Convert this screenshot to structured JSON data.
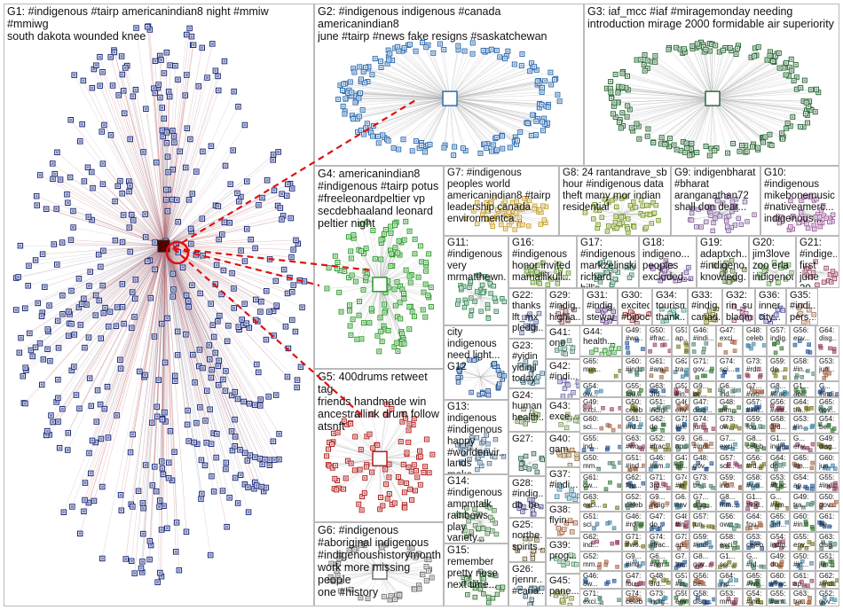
{
  "groups": [
    {
      "id": "G1",
      "text": "G1: #indigenous #tairp americanindian8 night #mmiw #mmiwg\nsouth dakota wounded knee",
      "color": "#1a2a7a",
      "shape": "ellipse"
    },
    {
      "id": "G2",
      "text": "G2: #indigenous indigenous #canada americanindian8\njune #tairp #news fake resigns #saskatchewan",
      "color": "#2f6db0",
      "shape": "ring"
    },
    {
      "id": "G3",
      "text": "G3: iaf_mcc #iaf #miragemonday needing\nintroduction mirage 2000 formidable air superiority",
      "color": "#2e6b3a",
      "shape": "ring"
    },
    {
      "id": "G4",
      "text": "G4: americanindian8\n#indigenous #tairp potus\n#freeleonardpeltier vp\nsecdebhaaland leonard\npeltier night",
      "color": "#2a9a2a",
      "shape": "blob"
    },
    {
      "id": "G5",
      "text": "G5: 400drums retweet tag\nfriends handmade win\nancestrallink drum follow\natsnft",
      "color": "#b02020",
      "shape": "blob"
    },
    {
      "id": "G6",
      "text": "G6: #indigenous\n#aboriginal indigenous\n#indigenoushistorymonth\nwork more missing people\none #history",
      "color": "#777777",
      "shape": "ring"
    },
    {
      "id": "G7",
      "text": "G7: #indigenous\npeoples world\namericanindian8 #tairp\nleadership canada\nenvironmentca...",
      "color": "#c9a030",
      "shape": "blob"
    },
    {
      "id": "G8",
      "text": "G8: 24 rantandrave_sb\nhour #indigenous data\ntheft many mor indian\nresidential",
      "color": "#7a9a2a",
      "shape": "blob"
    },
    {
      "id": "G9",
      "text": "G9: indigenbharat\n#bharat\naranganathan72\nshall don dear...",
      "color": "#8a6aa0",
      "shape": "blob"
    },
    {
      "id": "G10",
      "text": "G10:\n#indigenous\nmikebonemusic\n#nativeamerc...\nindigenous...",
      "color": "#a060a0",
      "shape": "blob"
    },
    {
      "id": "G11",
      "text": "G11:\n#indigenous\nvery\nmrmatthewn...",
      "color": "#3a8a5a",
      "shape": "blob"
    },
    {
      "id": "G12",
      "text": "city\nindigenous\nneed light...\nG12",
      "color": "#2a5a9a",
      "shape": "ring"
    },
    {
      "id": "G13",
      "text": "G13:\nindigenous\n#indigenous\nhappy\n#worldenvir...\nlands make...",
      "color": "#5a7a9a",
      "shape": "blob"
    },
    {
      "id": "G14",
      "text": "G14:\n#indigenous\nampmtalk\nrainbows\nplay variety...",
      "color": "#5a8a5a",
      "shape": "blob"
    },
    {
      "id": "G15",
      "text": "G15:\nremember\npretty nose\nnext time...",
      "color": "#3a7a3a",
      "shape": "blob"
    },
    {
      "id": "G16",
      "text": "G16:\n#indigenous\nhonor invited\nmamallikull...",
      "color": "#6a9a3a",
      "shape": "blob"
    },
    {
      "id": "G17",
      "text": "G17:\n#indigenous\nmarkzelinski\nrichard hill's...",
      "color": "#4a8a6a",
      "shape": "blob"
    },
    {
      "id": "G18",
      "text": "G18:\nindigeno...\npeoples\nexcluded...",
      "color": "#7a5a9a",
      "shape": "blob"
    },
    {
      "id": "G19",
      "text": "G19:\nadaptxch...\n#indigeno...\nknowledg...",
      "color": "#5a7a3a",
      "shape": "blob"
    },
    {
      "id": "G20",
      "text": "G20:\njim3love\nzoo erla\nindigenous...",
      "color": "#6aa05a",
      "shape": "blob"
    },
    {
      "id": "G21",
      "text": "G21:\n#indige...\nfirst june\n20...",
      "color": "#9a4a6a",
      "shape": "blob"
    },
    {
      "id": "G22",
      "text": "G22:\nthanks\nlft_mx\npledgi...",
      "color": "#5a6a9a",
      "shape": "blob"
    },
    {
      "id": "G23",
      "text": "G23:\n#yidin\nyidinji\ntoday",
      "color": "#4a7a8a",
      "shape": "blob"
    },
    {
      "id": "G24",
      "text": "G24:\nhuman\nhealth...",
      "color": "#6a8a4a",
      "shape": "blob"
    },
    {
      "id": "G27",
      "text": "G27:",
      "color": "#3a6a5a",
      "shape": "blob"
    },
    {
      "id": "G28",
      "text": "G28:\n#indig...\ndb_be...",
      "color": "#5a5a9a",
      "shape": "blob"
    },
    {
      "id": "G25",
      "text": "G25:\nnorthe...\nspirits...",
      "color": "#7a6a4a",
      "shape": "blob"
    },
    {
      "id": "G26",
      "text": "G26:\nrjennr...\n#cana...",
      "color": "#4a6a7a",
      "shape": "blob"
    },
    {
      "id": "G29",
      "text": "G29:\n#indig...\nhighla...",
      "color": "#8a5a5a",
      "shape": "blob"
    },
    {
      "id": "G41",
      "text": "G41:\none...",
      "color": "#5a8a7a",
      "shape": "blob"
    },
    {
      "id": "G42",
      "text": "G42:\n#indi...",
      "color": "#6a6aaa",
      "shape": "blob"
    },
    {
      "id": "G43",
      "text": "G43:\nexce...",
      "color": "#7a9a5a",
      "shape": "blob"
    },
    {
      "id": "G40",
      "text": "G40:\ngam...",
      "color": "#9a7a4a",
      "shape": "blob"
    },
    {
      "id": "G37",
      "text": "G37:\n#indi...",
      "color": "#4a8aaa",
      "shape": "blob"
    },
    {
      "id": "G38",
      "text": "G38:\nflyin...",
      "color": "#aa6a4a",
      "shape": "blob"
    },
    {
      "id": "G39",
      "text": "G39:\nprog...",
      "color": "#5a9a6a",
      "shape": "blob"
    },
    {
      "id": "G45",
      "text": "G45:\npane...",
      "color": "#8a8a3a",
      "shape": "blob"
    },
    {
      "id": "G31",
      "text": "G31:\n#indig...\nstewar...",
      "color": "#6a4a8a",
      "shape": "blob"
    },
    {
      "id": "G30",
      "text": "G30:\nexcited\n#bipoc...",
      "color": "#aa4a4a",
      "shape": "blob"
    },
    {
      "id": "G34",
      "text": "G34:\ntourism\nthank...",
      "color": "#4a9a8a",
      "shape": "blob"
    },
    {
      "id": "G33",
      "text": "G33:\n#indig...\ncanad...",
      "color": "#7a7a2a",
      "shape": "blob"
    },
    {
      "id": "G32",
      "text": "G32:\nrin_su...\nblaqm...",
      "color": "#9a5a8a",
      "shape": "blob"
    },
    {
      "id": "G36",
      "text": "G36:\ninner...\ncity...",
      "color": "#5a5aaa",
      "shape": "blob"
    },
    {
      "id": "G35",
      "text": "G35:\n#indi...\npers...",
      "color": "#aa7a5a",
      "shape": "blob"
    },
    {
      "id": "G44",
      "text": "G44:\nhealth...",
      "color": "#3a9a3a",
      "shape": "blob"
    }
  ],
  "micro_labels": [
    "G49:",
    "G50:",
    "G51:",
    "G46:",
    "G47:",
    "G48:",
    "G57:",
    "G56:",
    "G64:",
    "G65:",
    "G60:",
    "G61:",
    "G62:",
    "G71:",
    "G74:",
    "G73:",
    "G59:",
    "G58:",
    "G53:",
    "G54:",
    "G55:",
    "G63:",
    "G52:",
    "G9...",
    "G6...",
    "G7...",
    "G8...",
    "G1...",
    "G..."
  ],
  "micro_words": [
    "#wo...",
    "#frac...",
    "ap...",
    "#indi...",
    "exci...",
    "celeb...",
    "indig...",
    "env...",
    "disg...",
    "mm...",
    "#ind...",
    "#am...",
    "tra...",
    "gov...",
    "sci...",
    "#rd...",
    "do...",
    "#in...",
    "jun...",
    "ow...",
    "fou...",
    "3rd...",
    "#in...",
    "be...",
    "ind..."
  ]
}
